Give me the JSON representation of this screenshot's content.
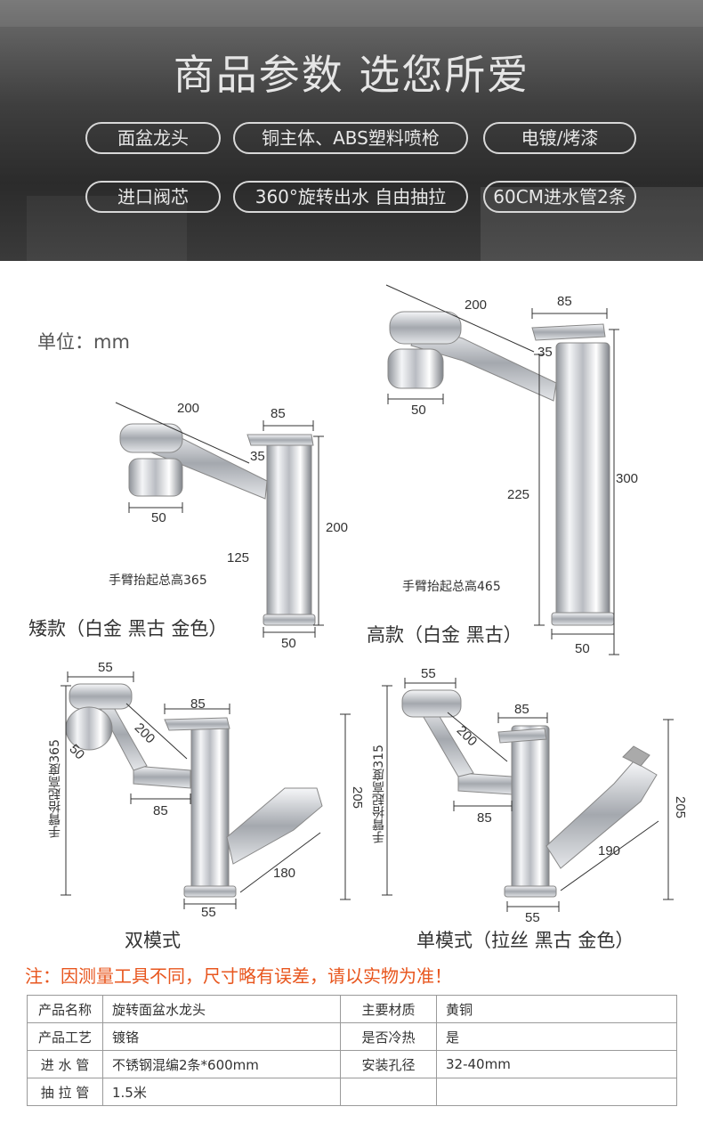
{
  "hero": {
    "title": "商品参数  选您所爱",
    "tags": [
      "面盆龙头",
      "铜主体、ABS塑料喷枪",
      "电镀/烤漆",
      "进口阀芯",
      "360°旋转出水 自由抽拉",
      "60CM进水管2条"
    ]
  },
  "unit_label": "单位：mm",
  "models": {
    "short": {
      "caption": "矮款（白金 黑古 金色）",
      "note": "手臂抬起总高365",
      "dims": {
        "arm": "200",
        "body": "85",
        "angle": "35",
        "spout": "50",
        "height": "200",
        "spout_height": "125",
        "base": "50"
      }
    },
    "tall": {
      "caption": "高款（白金 黑古）",
      "note": "手臂抬起总高465",
      "dims": {
        "arm": "200",
        "body": "85",
        "angle": "35",
        "spout": "50",
        "height": "300",
        "spout_height": "225",
        "base": "50"
      }
    },
    "dual": {
      "caption": "双模式",
      "note": "手臂抬起高度365",
      "dims": {
        "top": "55",
        "arm": "200",
        "body": "85",
        "spout": "50",
        "lower": "85",
        "height": "205",
        "hose": "180",
        "base": "55"
      }
    },
    "single": {
      "caption": "单模式（拉丝 黑古 金色）",
      "note": "手臂抬起高度315",
      "dims": {
        "top": "55",
        "arm": "200",
        "body": "85",
        "lower": "85",
        "height": "205",
        "hose": "190",
        "base": "55"
      }
    }
  },
  "warning": "注：因测量工具不同，尺寸略有误差，请以实物为准！",
  "specs": [
    {
      "k1": "产品名称",
      "v1": "旋转面盆水龙头",
      "k2": "主要材质",
      "v2": "黄铜"
    },
    {
      "k1": "产品工艺",
      "v1": "镀铬",
      "k2": "是否冷热",
      "v2": "是"
    },
    {
      "k1": "进 水 管",
      "v1": "不锈钢混编2条*600mm",
      "k2": "安装孔径",
      "v2": "32-40mm"
    },
    {
      "k1": "抽 拉 管",
      "v1": "1.5米",
      "k2": "",
      "v2": ""
    }
  ],
  "colors": {
    "accent": "#e8561e",
    "hero_dark": "#2b2b2b",
    "chrome": "#c9ccd1"
  }
}
